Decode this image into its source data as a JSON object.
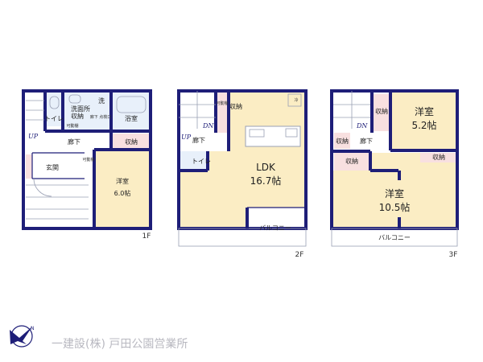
{
  "floors": {
    "f1": {
      "label": "1F",
      "rooms": {
        "western": "洋室",
        "western_size": "6.0帖",
        "entrance": "玄関",
        "hall": "廊下",
        "storage": "収納",
        "bath": "浴室",
        "washroom": "洗面所",
        "washroom_storage": "収納",
        "toilet": "トイレ",
        "washer": "洗",
        "under_floor": "廊下\n点検口",
        "movable_shelf": "可動棚",
        "movable_shelf2": "可動棚",
        "up": "UP"
      }
    },
    "f2": {
      "label": "2F",
      "rooms": {
        "ldk": "LDK",
        "ldk_size": "16.7帖",
        "storage": "収納",
        "hall": "廊下",
        "toilet": "トイレ",
        "balcony": "バルコニー",
        "fridge": "冷",
        "movable_shelf": "可動棚",
        "up": "UP",
        "down": "DN"
      }
    },
    "f3": {
      "label": "3F",
      "rooms": {
        "western_a": "洋室",
        "western_a_size": "5.2帖",
        "western_b": "洋室",
        "western_b_size": "10.5帖",
        "storage_top": "収納",
        "storage_left": "収納",
        "storage_mid": "収納",
        "storage_right": "収納",
        "hall": "廊下",
        "balcony": "バルコニー",
        "down": "DN"
      }
    }
  },
  "footer": {
    "company": "一建設(株) 戸田公園営業所",
    "logo_icon": "compass-bird-logo"
  },
  "colors": {
    "wall": "#1e1e78",
    "room": "#fbedc4",
    "storage": "#f8e0e0",
    "wet": "#e8f0fa"
  }
}
